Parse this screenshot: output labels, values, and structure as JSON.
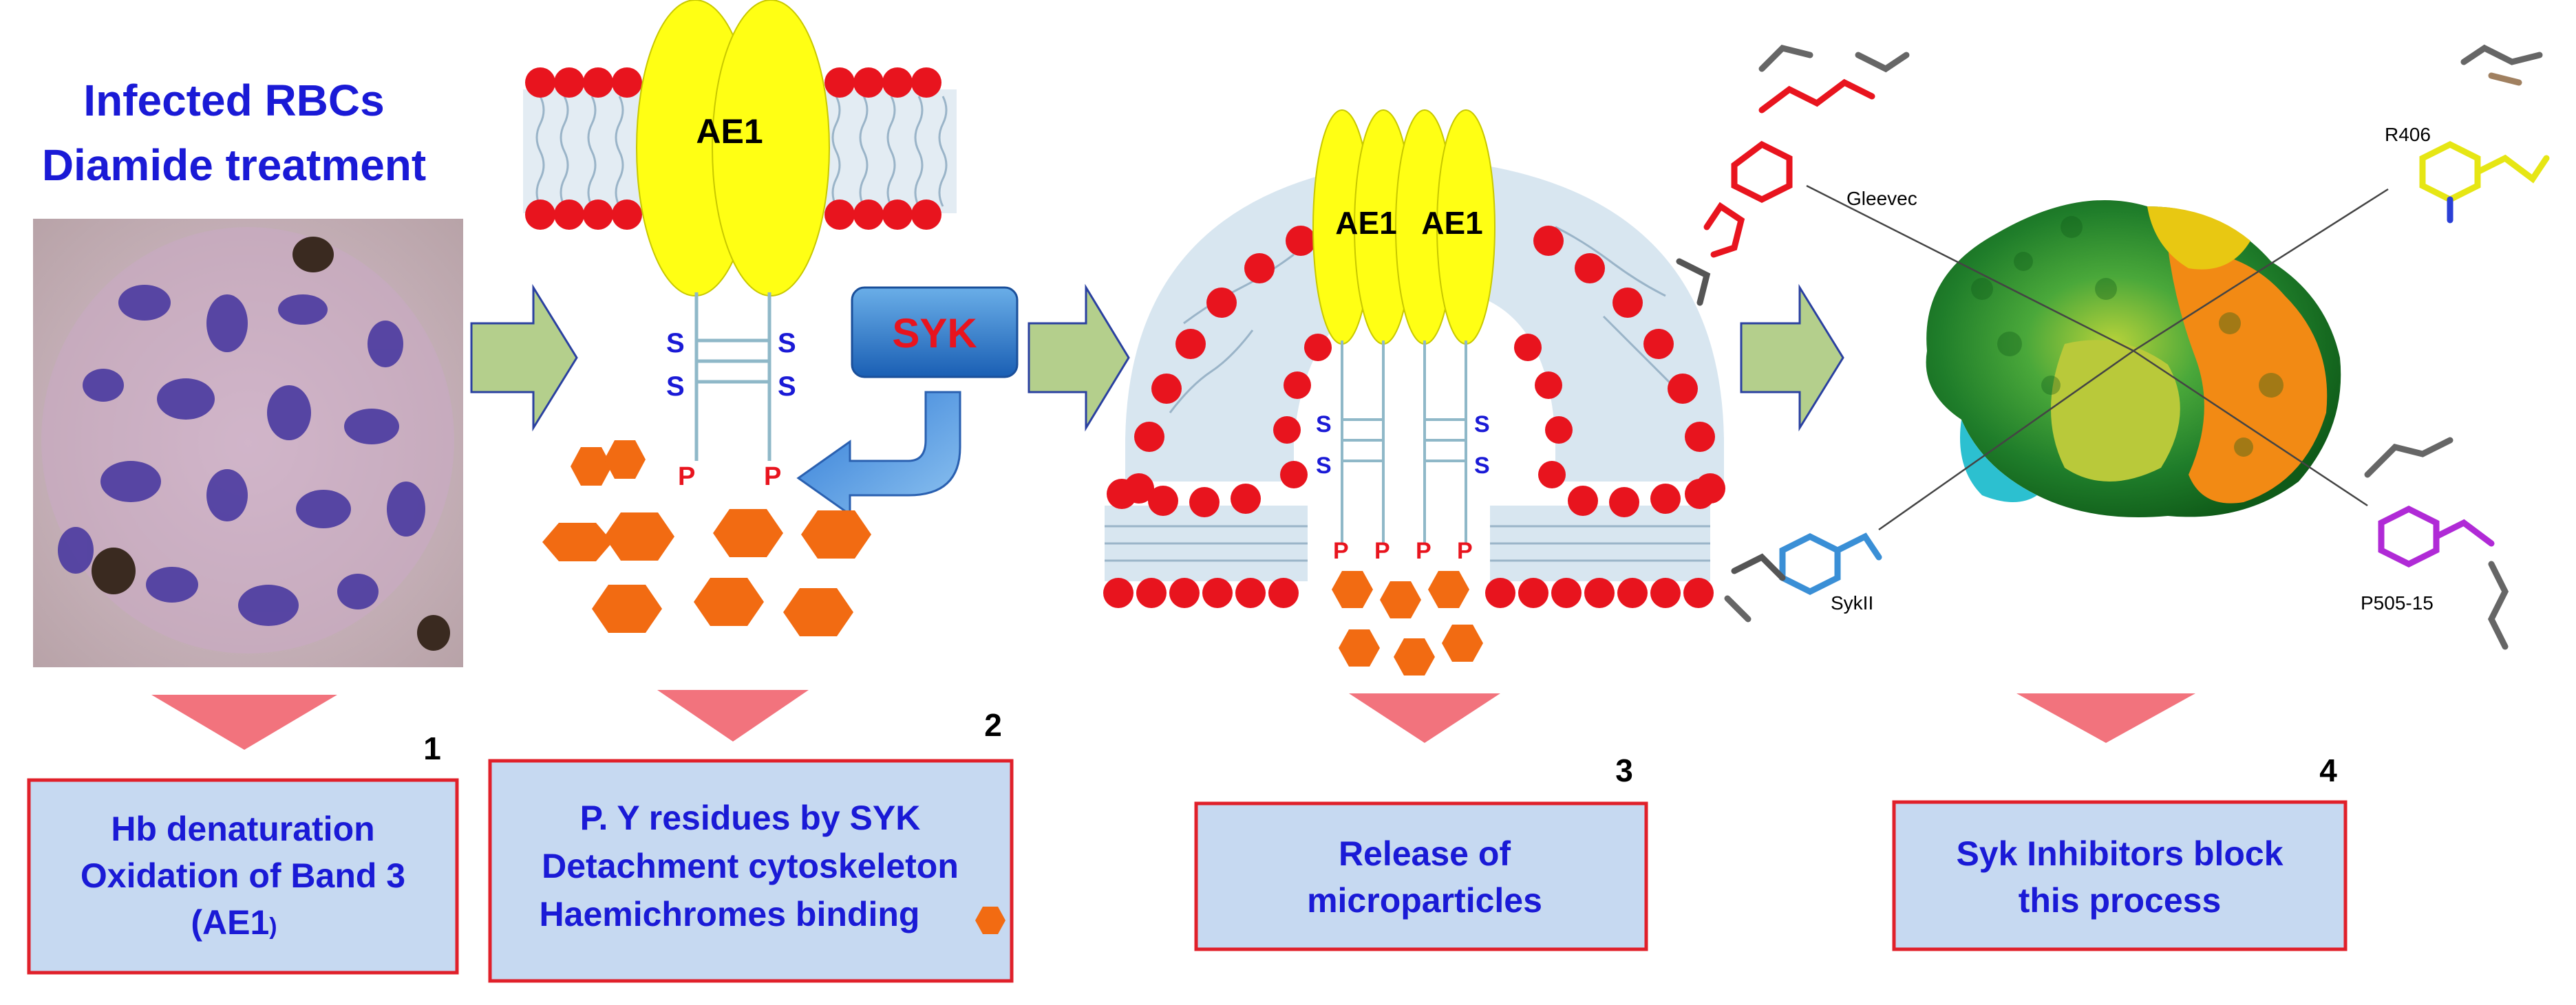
{
  "panel1": {
    "title_line1": "Infected RBCs",
    "title_line2": "Diamide treatment",
    "step_number": "1",
    "box_line1": "Hb  denaturation",
    "box_line2": "Oxidation of Band 3",
    "box_line3": "(AE1",
    "box_line3_suffix": ")"
  },
  "panel2": {
    "protein_label": "AE1",
    "disulfide_label": "S",
    "phospho_label": "P",
    "kinase_label": "SYK",
    "step_number": "2",
    "box_line1": "P. Y residues by SYK",
    "box_line2": "Detachment cytoskeleton",
    "box_line3": "Haemichromes binding"
  },
  "panel3": {
    "protein_label_a": "AE1",
    "protein_label_b": "AE1",
    "disulfide_label": "S",
    "phospho_label": "P",
    "step_number": "3",
    "box_line1": "Release of",
    "box_line2": "microparticles"
  },
  "panel4": {
    "ligand_gleevec": "Gleevec",
    "ligand_r406": "R406",
    "ligand_sykii": "SykII",
    "ligand_p505": "P505-15",
    "step_number": "4",
    "box_line1": "Syk Inhibitors block",
    "box_line2": "this process"
  },
  "colors": {
    "title_blue": "#1a1ad6",
    "box_fill": "#c6d9f1",
    "box_border": "#e0202a",
    "lipid_head": "#e8141e",
    "ae1_yellow": "#ffff14",
    "hexagon_orange": "#f26b12",
    "arrow_green": "#b4cf8c",
    "down_arrow_pink": "#f2737d",
    "syk_blue": "#2e78d0",
    "s_label_blue": "#1a1ad6",
    "p_label_red": "#e8141e"
  }
}
